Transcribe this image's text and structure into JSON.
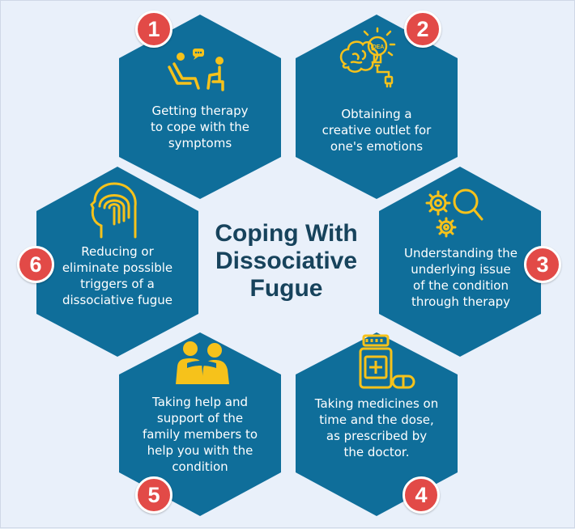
{
  "title": "Coping With\nDissociative\nFugue",
  "colors": {
    "hex_fill": "#0f6e9a",
    "icon": "#f6c21b",
    "badge": "#e24a47",
    "title": "#17435c",
    "background": "#e9f0fa"
  },
  "items": [
    {
      "number": "1",
      "text": "Getting therapy\nto cope with the\nsymptoms",
      "icon": "therapy-session-icon"
    },
    {
      "number": "2",
      "text": "Obtaining a\ncreative outlet for\none's emotions",
      "icon": "idea-brain-bulb-icon",
      "icon_text": "IDEA"
    },
    {
      "number": "3",
      "text": "Understanding the\nunderlying issue\nof the condition\nthrough therapy",
      "icon": "gears-magnifier-icon"
    },
    {
      "number": "4",
      "text": "Taking medicines on\ntime and the dose,\nas prescribed by\nthe doctor.",
      "icon": "medicine-bottle-icon"
    },
    {
      "number": "5",
      "text": "Taking help and\nsupport of the\nfamily members to\nhelp you with the\ncondition",
      "icon": "family-support-icon"
    },
    {
      "number": "6",
      "text": "Reducing or\neliminate possible\ntriggers of a\ndissociative fugue",
      "icon": "fingerprint-head-icon"
    }
  ]
}
